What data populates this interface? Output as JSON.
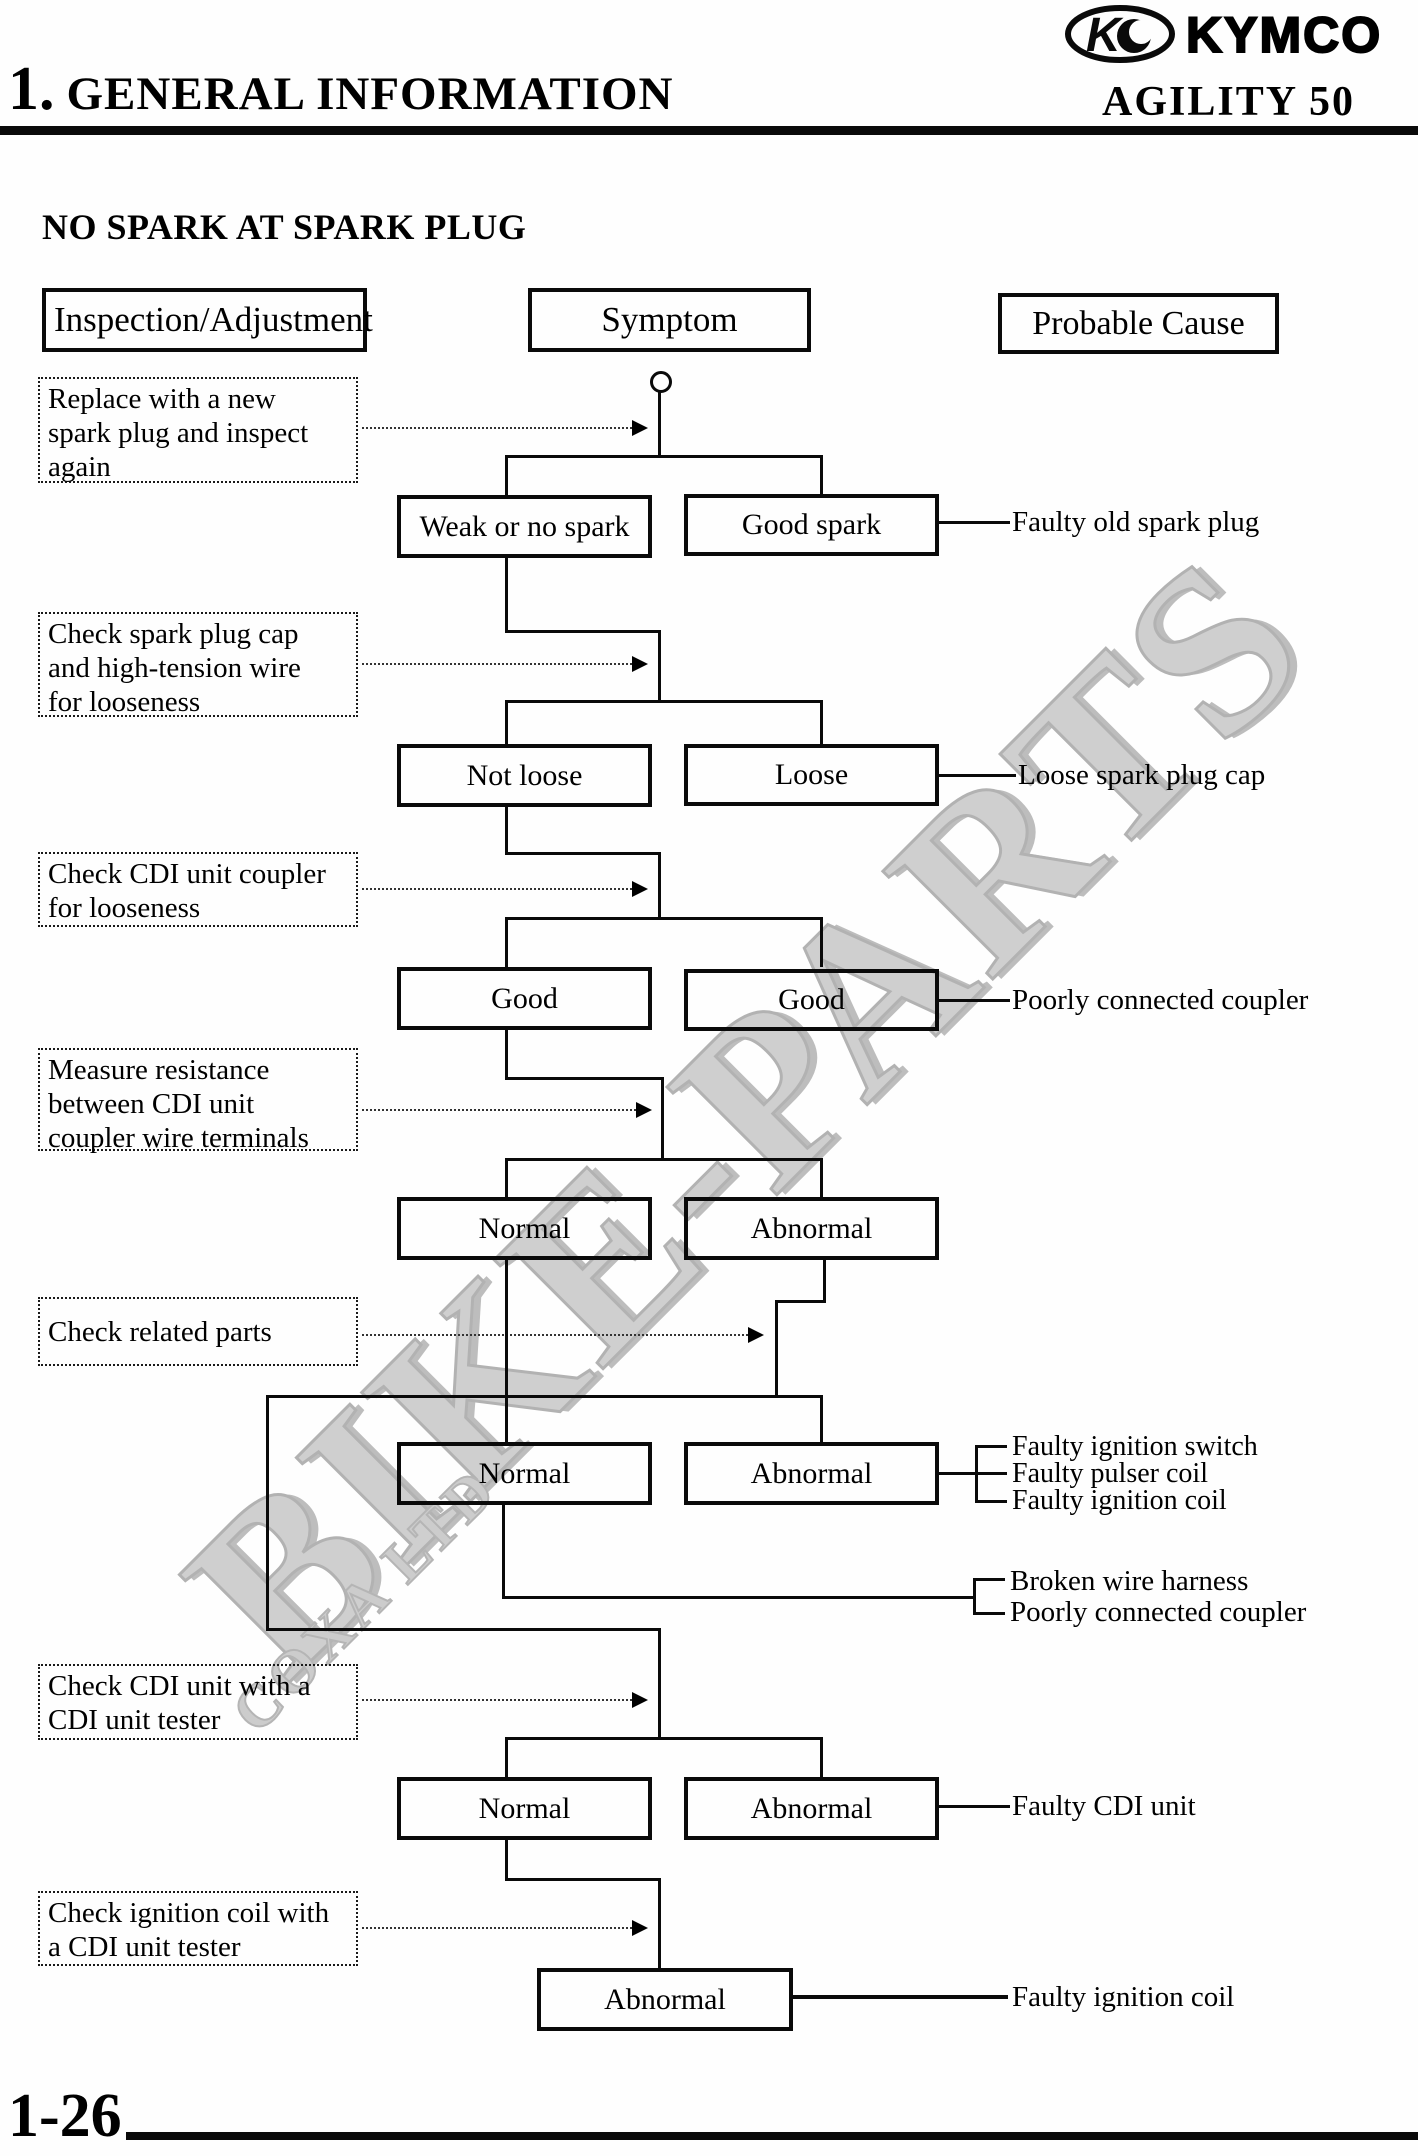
{
  "header": {
    "brand": "KYMCO",
    "chapter_no": "1.",
    "chapter": "GENERAL INFORMATION",
    "model": "AGILITY 50"
  },
  "page": {
    "title": "NO SPARK AT SPARK PLUG",
    "number": "1-26"
  },
  "watermark": {
    "main": "BIKE-PARTS",
    "sub": "COXA LTD"
  },
  "columns": {
    "inspection": "Inspection/Adjustment",
    "symptom": "Symptom",
    "cause": "Probable Cause"
  },
  "flow": {
    "inspections": [
      "Replace with a new\nspark plug and inspect\nagain",
      "Check spark plug cap\nand high-tension wire\nfor looseness",
      "Check CDI unit coupler\nfor looseness",
      "Measure resistance\nbetween CDI unit\ncoupler wire terminals",
      "Check related parts",
      "Check CDI unit with a\nCDI unit tester",
      "Check ignition coil with\na CDI unit tester"
    ],
    "rows": [
      {
        "left": "Weak or no spark",
        "right": "Good spark"
      },
      {
        "left": "Not loose",
        "right": "Loose"
      },
      {
        "left": "Good",
        "right": "Good"
      },
      {
        "left": "Normal",
        "right": "Abnormal"
      },
      {
        "left": "Normal",
        "right": "Abnormal"
      },
      {
        "left": "Normal",
        "right": "Abnormal"
      }
    ],
    "final_box": "Abnormal",
    "causes": [
      "Faulty old spark plug",
      "Loose spark plug cap",
      "Poorly connected coupler",
      "Faulty ignition switch\nFaulty pulser coil\nFaulty ignition coil",
      "Broken wire harness\nPoorly connected coupler",
      "Faulty CDI unit",
      "Faulty ignition coil"
    ]
  },
  "colors": {
    "ink": "#0a0a0a",
    "watermark": "#cfcfcf"
  }
}
